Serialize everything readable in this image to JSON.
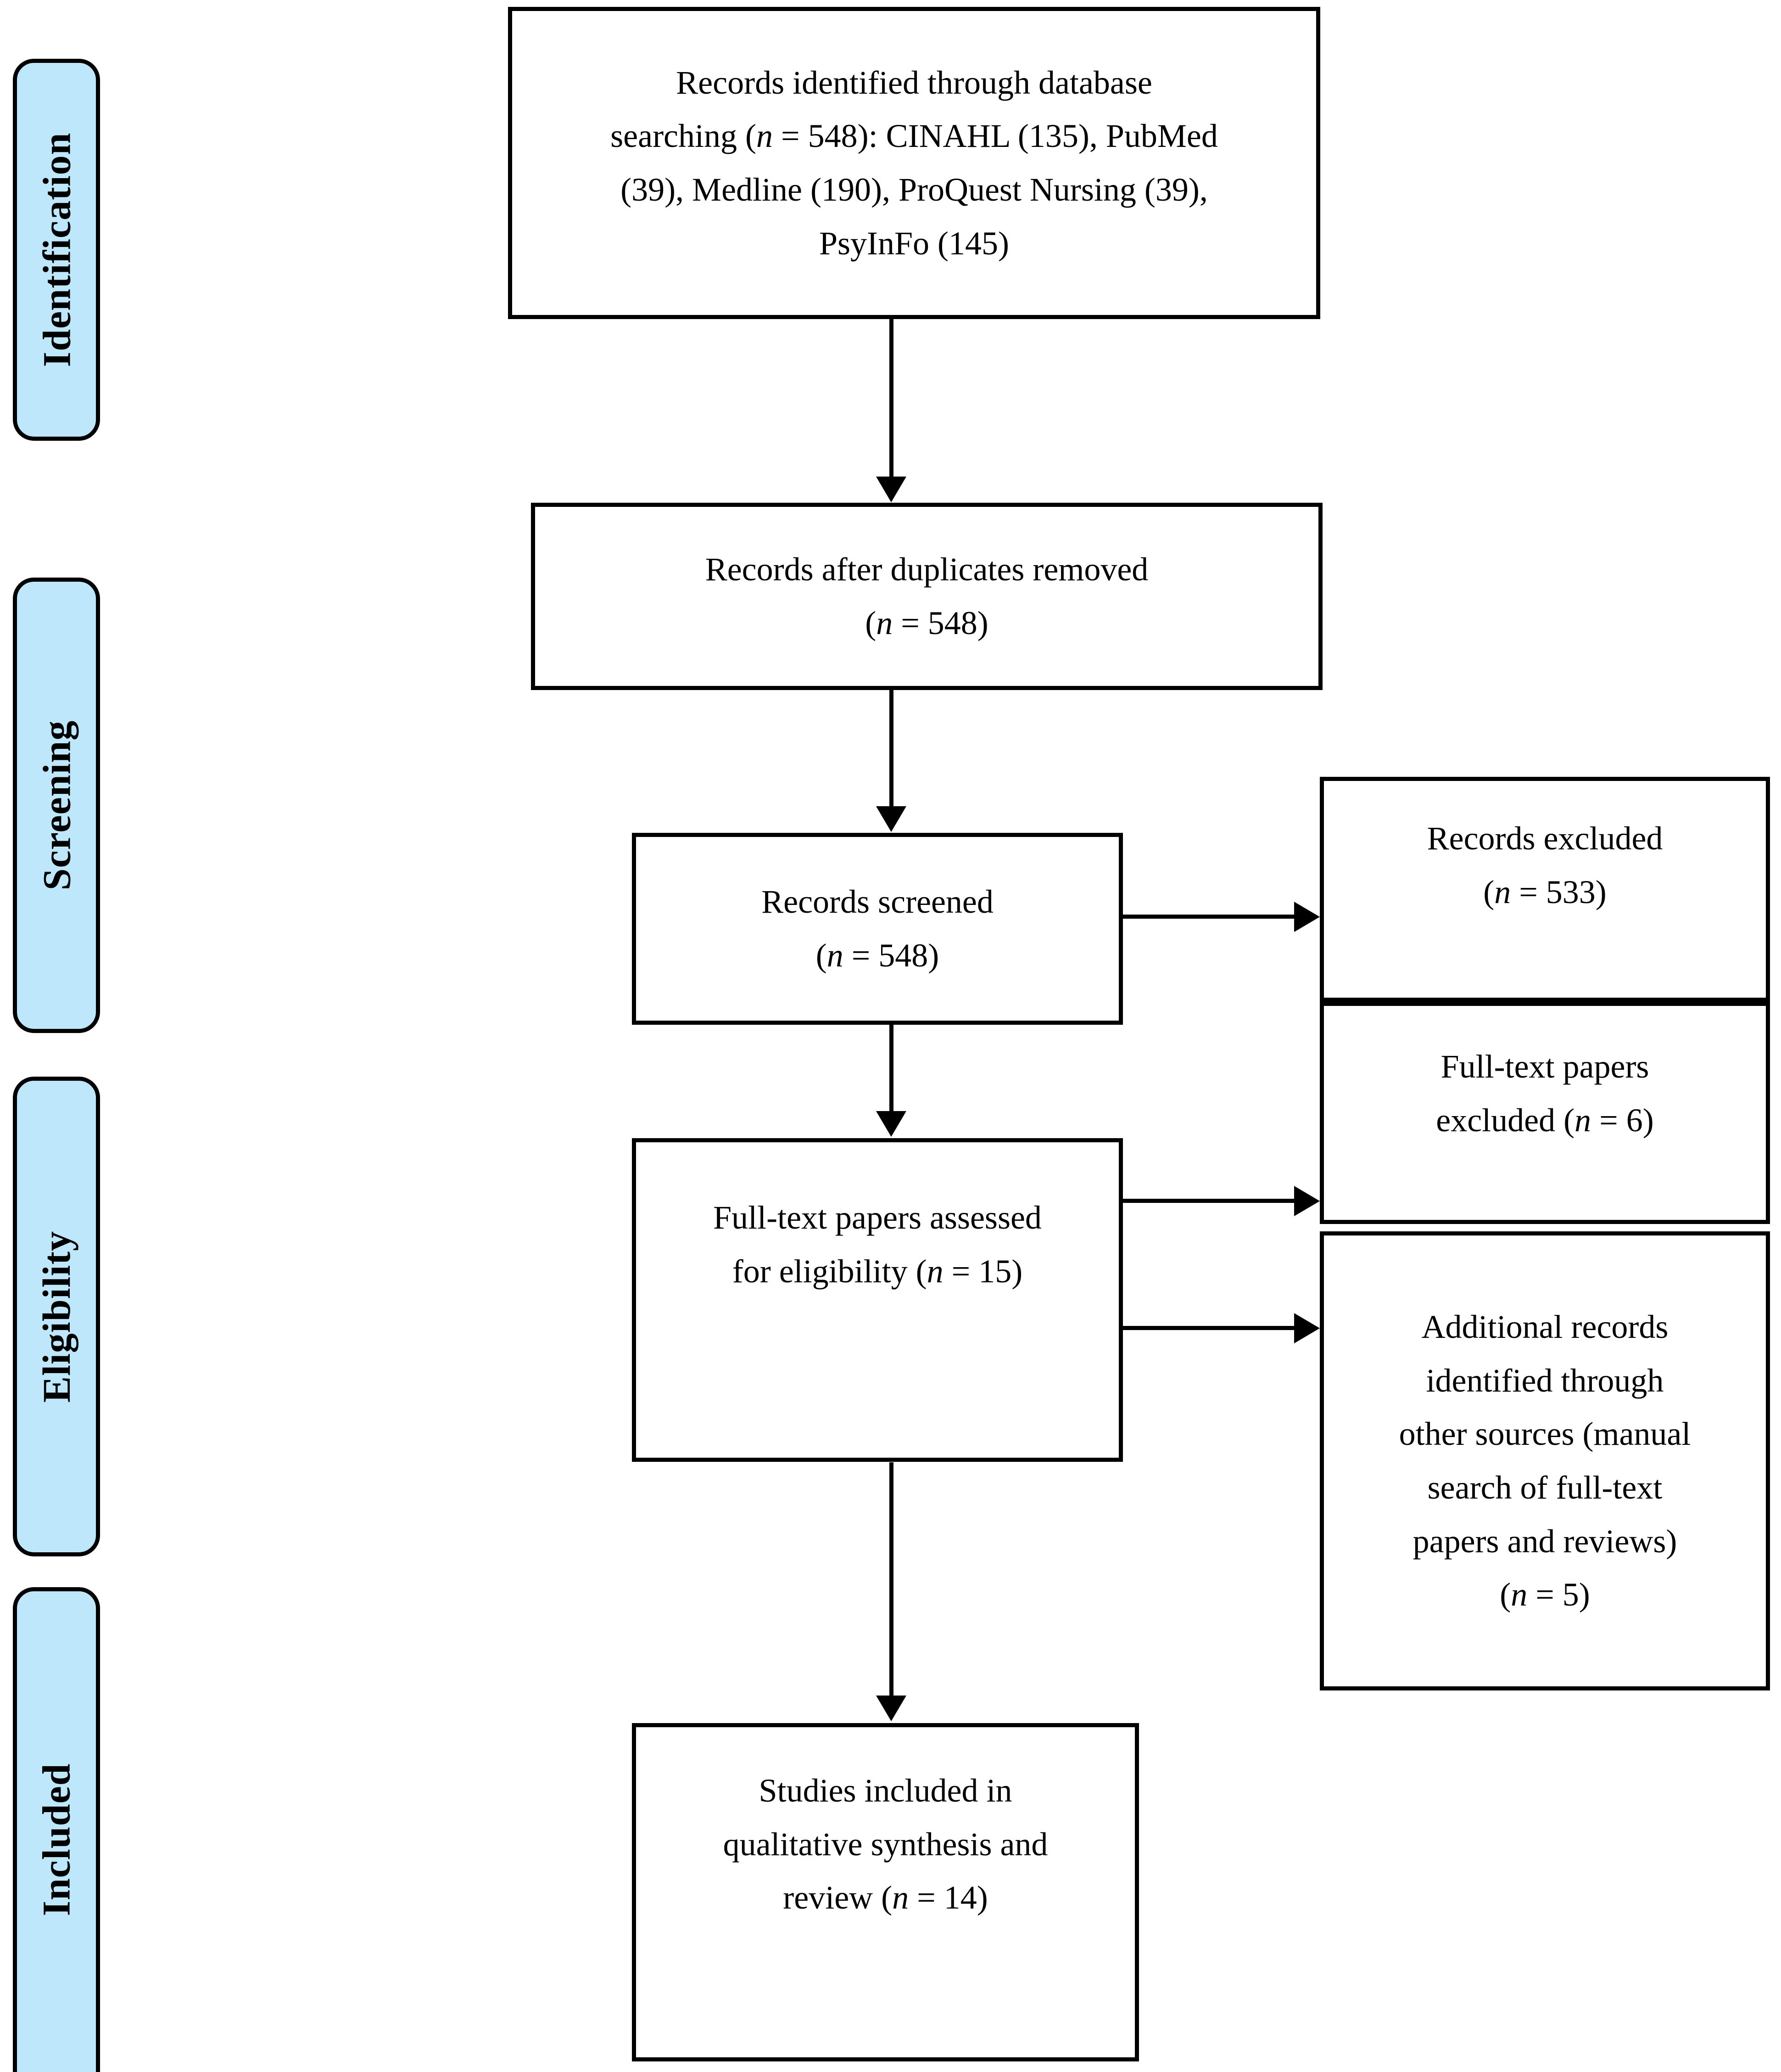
{
  "diagram": {
    "type": "prisma-flow-diagram",
    "accent_color": "#bfe7fb",
    "line_color": "#000000",
    "stages": [
      {
        "id": "identification",
        "label": "Identification"
      },
      {
        "id": "screening",
        "label": "Screening"
      },
      {
        "id": "eligibility",
        "label": "Eligibility"
      },
      {
        "id": "included",
        "label": "Included"
      }
    ],
    "boxes": {
      "identified": {
        "line1": "Records identified through database",
        "line2_a": "searching (",
        "line2_n": "n",
        "line2_b": " = 548): CINAHL (135), PubMed",
        "line3": "(39), Medline (190), ProQuest Nursing (39),",
        "line4": "PsyInFo (145)"
      },
      "after_duplicates": {
        "line1": "Records after duplicates removed",
        "line2_a": "(",
        "line2_n": "n",
        "line2_b": " = 548)"
      },
      "screened": {
        "line1": "Records screened",
        "line2_a": "(",
        "line2_n": "n",
        "line2_b": " = 548)"
      },
      "records_excluded": {
        "line1": "Records excluded",
        "line2_a": "(",
        "line2_n": "n",
        "line2_b": " = 533)"
      },
      "fulltext_assessed": {
        "line1": "Full-text papers assessed",
        "line2_a": "for eligibility (",
        "line2_n": "n",
        "line2_b": " = 15)"
      },
      "fulltext_excluded": {
        "line1": "Full-text papers",
        "line2_a": "excluded (",
        "line2_n": "n",
        "line2_b": " = 6)"
      },
      "additional_records": {
        "line1": "Additional records",
        "line2": "identified through",
        "line3": "other sources (manual",
        "line4": "search of full-text",
        "line5": "papers and reviews)",
        "line6_a": "(",
        "line6_n": "n",
        "line6_b": " = 5)"
      },
      "included_studies": {
        "line1": "Studies included in",
        "line2": "qualitative synthesis and",
        "line3_a": "review (",
        "line3_n": "n",
        "line3_b": " = 14)"
      }
    }
  }
}
